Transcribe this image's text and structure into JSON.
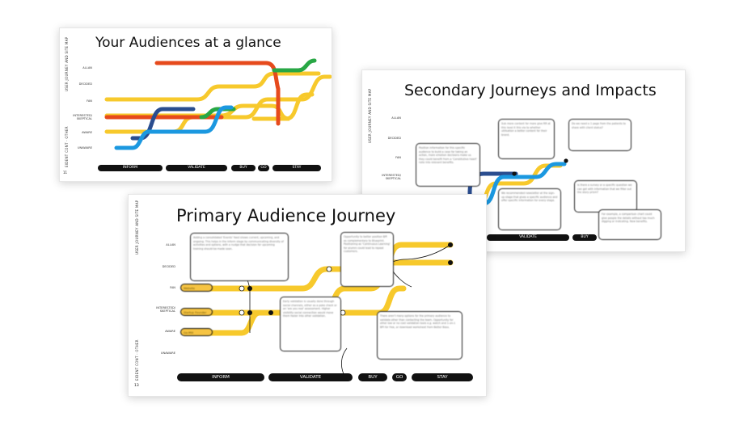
{
  "slide1": {
    "title": "Your Audiences at a glance",
    "side_label_top": "USER JOURNEY AND SITE MAP",
    "side_label_bottom": "EIDENT CONT · OTHER",
    "page_number": "11",
    "stages": [
      "ALLAN",
      "DECIDED",
      "FAN",
      "INTERESTED/\nSKEPTICAL",
      "AWARE",
      "UNAWARE"
    ],
    "phases": [
      "INFORM",
      "VALIDATE",
      "BUY",
      "GO",
      "STAY"
    ]
  },
  "slide2": {
    "title": "Secondary Journeys and Impacts",
    "side_label_top": "USER JOURNEY AND SITE MAP",
    "stages": [
      "ALLAN",
      "DECIDED",
      "FAN",
      "INTERESTED/\nSKEPTICAL",
      "AWARE"
    ],
    "phases": [
      "VALIDATE",
      "BUY"
    ],
    "notes": [
      "Position information for this specific audience to build a case for taking an action, more emotion decisions make us they could benefit from a 'Constitutive heart' note into relevant benefits.",
      "Sub more content for more give RR at this level it this via to whether utilisation a better content for their brand.",
      "Do we need a 1 page from the patients to share with client status?",
      "We recommended newsletter at the sign-up stage that gives a specific audience and offer specific information for every stage.",
      "Is there a survey or a specific question we can get with information that we filter out the story prism?",
      "For example, a comparison chart could give people the details without too much digging or indicating. New benefits."
    ]
  },
  "slide3": {
    "title": "Primary Audience Journey",
    "side_label_top": "USER JOURNEY AND SITE MAP",
    "side_label_bottom": "EIDENT CONT · OTHER",
    "page_number": "13",
    "stages": [
      "ALLAN",
      "DECIDED",
      "FAN",
      "INTERESTED/\nSKEPTICAL",
      "AWARE",
      "UNAWARE"
    ],
    "phases": [
      "INFORM",
      "VALIDATE",
      "BUY",
      "GO",
      "STAY"
    ],
    "tags": [
      "Website",
      "Startup Founder",
      "Go-Mill"
    ],
    "notes": [
      "Adding a consolidated 'Events' feed shows current, upcoming, and ongoing. This helps in the inform stage by communicating diversity of activities and options, with a nudge that decision for upcoming training should be made soon.",
      "Opportunity to better position BPI as complementary to Blueprint. Positioning as 'Continuous Learning' for alumni could lead to repeat customers.",
      "Early validation is usually done through social channels, either as a poke check or an 'are you real' assessment. Higher visibility social connection would move them faster into other validation.",
      "There aren't many options for the primary audience to validate other than contacting the team. Opportunity for other low or no cost validation tools e.g. watch and 1-on-1 BPI for free, or download worksheet from Better Boss."
    ]
  },
  "colors": {
    "yellow": "#f7c92c",
    "blue": "#1b98e0",
    "navy": "#2a4d8f",
    "red": "#e64a1c",
    "green": "#28a745",
    "black": "#111111"
  }
}
